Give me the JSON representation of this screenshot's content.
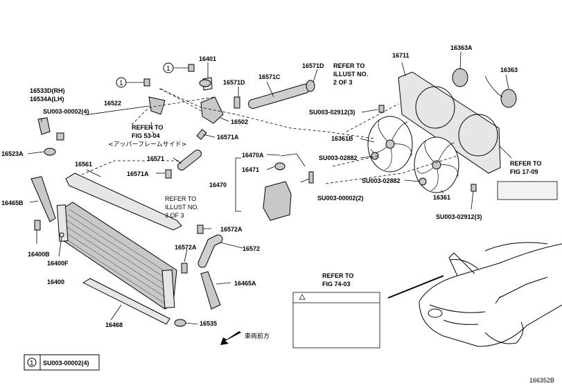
{
  "labels": {
    "p16401": "16401",
    "p16571D_a": "16571D",
    "p16571C": "16571C",
    "p16571D_b": "16571D",
    "refer_illust_2_l1": "REFER TO",
    "refer_illust_2_l2": "ILLUST NO.",
    "refer_illust_2_l3": "2 OF 3",
    "p16711": "16711",
    "p16363A": "16363A",
    "p16363": "16363",
    "p16533D": "16533D(RH)",
    "p16534A": "16534A(LH)",
    "su_0002_4_a": "SU003-00002(4)",
    "p16522": "16522",
    "refer_fig53_l1": "REFER TO",
    "refer_fig53_l2": "FIG 53-04",
    "refer_fig53_l3": "<アッパーフレームサイド>",
    "p16502": "16502",
    "p16571A_a": "16571A",
    "su_02912_3_a": "SU003-02912(3)",
    "p16361B": "16361B",
    "su_02882_a": "SU003-02882",
    "su_02882_b": "SU003-02882",
    "p16523A": "16523A",
    "p16561": "16561",
    "p16571": "16571",
    "p16470A": "16470A",
    "p16471": "16471",
    "p16470": "16470",
    "p16571A_b": "16571A",
    "su_0002_2": "SU003-00002(2)",
    "p16465B": "16465B",
    "refer_illust_3_l1": "REFER TO",
    "refer_illust_3_l2": "ILLUST NO.",
    "refer_illust_3_l3": "3 OF 3",
    "p16572A_a": "16572A",
    "p16572A_b": "16572A",
    "p16572": "16572",
    "p16400B": "16400B",
    "p16400F": "16400F",
    "p16400": "16400",
    "p16465A": "16465A",
    "p16361": "16361",
    "refer_fig17_l1": "REFER TO",
    "refer_fig17_l2": "FIG 17-09",
    "su_02912_3_b": "SU003-02912(3)",
    "refer_fig74_l1": "REFER TO",
    "refer_fig74_l2": "FIG 74-03",
    "p16468": "16468",
    "p16535": "16535",
    "front_dir": "車両前方",
    "legend_num": "1",
    "legend_text": "SU003-00002(4)",
    "callout_1": "1",
    "callout_2": "1",
    "figure_id": "166352B"
  }
}
